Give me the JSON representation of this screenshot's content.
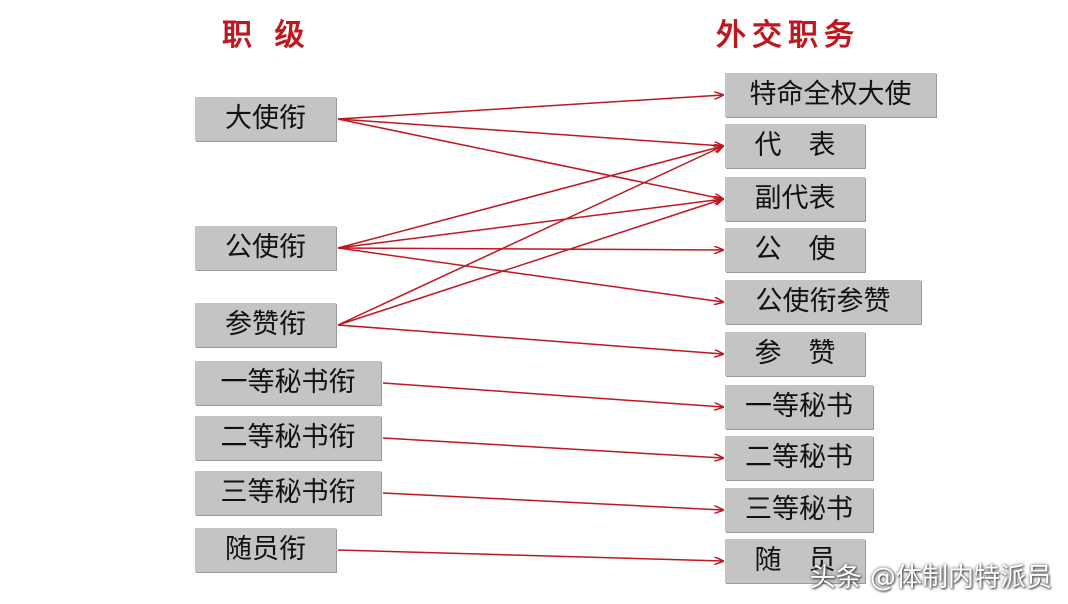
{
  "headings": {
    "rank": "职 级",
    "post": "外交职务"
  },
  "ranks": [
    {
      "id": "ambassador_rank",
      "label": "大使衔"
    },
    {
      "id": "minister_rank",
      "label": "公使衔"
    },
    {
      "id": "counsellor_rank",
      "label": "参赞衔"
    },
    {
      "id": "first_secretary_rank",
      "label": "一等秘书衔"
    },
    {
      "id": "second_secretary_rank",
      "label": "二等秘书衔"
    },
    {
      "id": "third_secretary_rank",
      "label": "三等秘书衔"
    },
    {
      "id": "attache_rank",
      "label": "随员衔"
    }
  ],
  "posts": [
    {
      "id": "ambassador_plenipotentiary",
      "label": "特命全权大使"
    },
    {
      "id": "representative",
      "label": "代　表"
    },
    {
      "id": "deputy_representative",
      "label": "副代表"
    },
    {
      "id": "minister",
      "label": "公　使"
    },
    {
      "id": "minister_counsellor",
      "label": "公使衔参赞"
    },
    {
      "id": "counsellor",
      "label": "参　赞"
    },
    {
      "id": "first_secretary",
      "label": "一等秘书"
    },
    {
      "id": "second_secretary",
      "label": "二等秘书"
    },
    {
      "id": "third_secretary",
      "label": "三等秘书"
    },
    {
      "id": "attache",
      "label": "随　员"
    }
  ],
  "links": [
    {
      "from": 0,
      "to": 0
    },
    {
      "from": 0,
      "to": 1
    },
    {
      "from": 0,
      "to": 2
    },
    {
      "from": 1,
      "to": 1
    },
    {
      "from": 1,
      "to": 2
    },
    {
      "from": 1,
      "to": 3
    },
    {
      "from": 1,
      "to": 4
    },
    {
      "from": 2,
      "to": 1
    },
    {
      "from": 2,
      "to": 2
    },
    {
      "from": 2,
      "to": 5
    },
    {
      "from": 3,
      "to": 6
    },
    {
      "from": 4,
      "to": 7
    },
    {
      "from": 5,
      "to": 8
    },
    {
      "from": 6,
      "to": 9
    }
  ],
  "colors": {
    "heading": "#c0161f",
    "arrow": "#c0161f",
    "box": "#c4c4c4"
  },
  "watermark": "头条 @体制内特派员"
}
